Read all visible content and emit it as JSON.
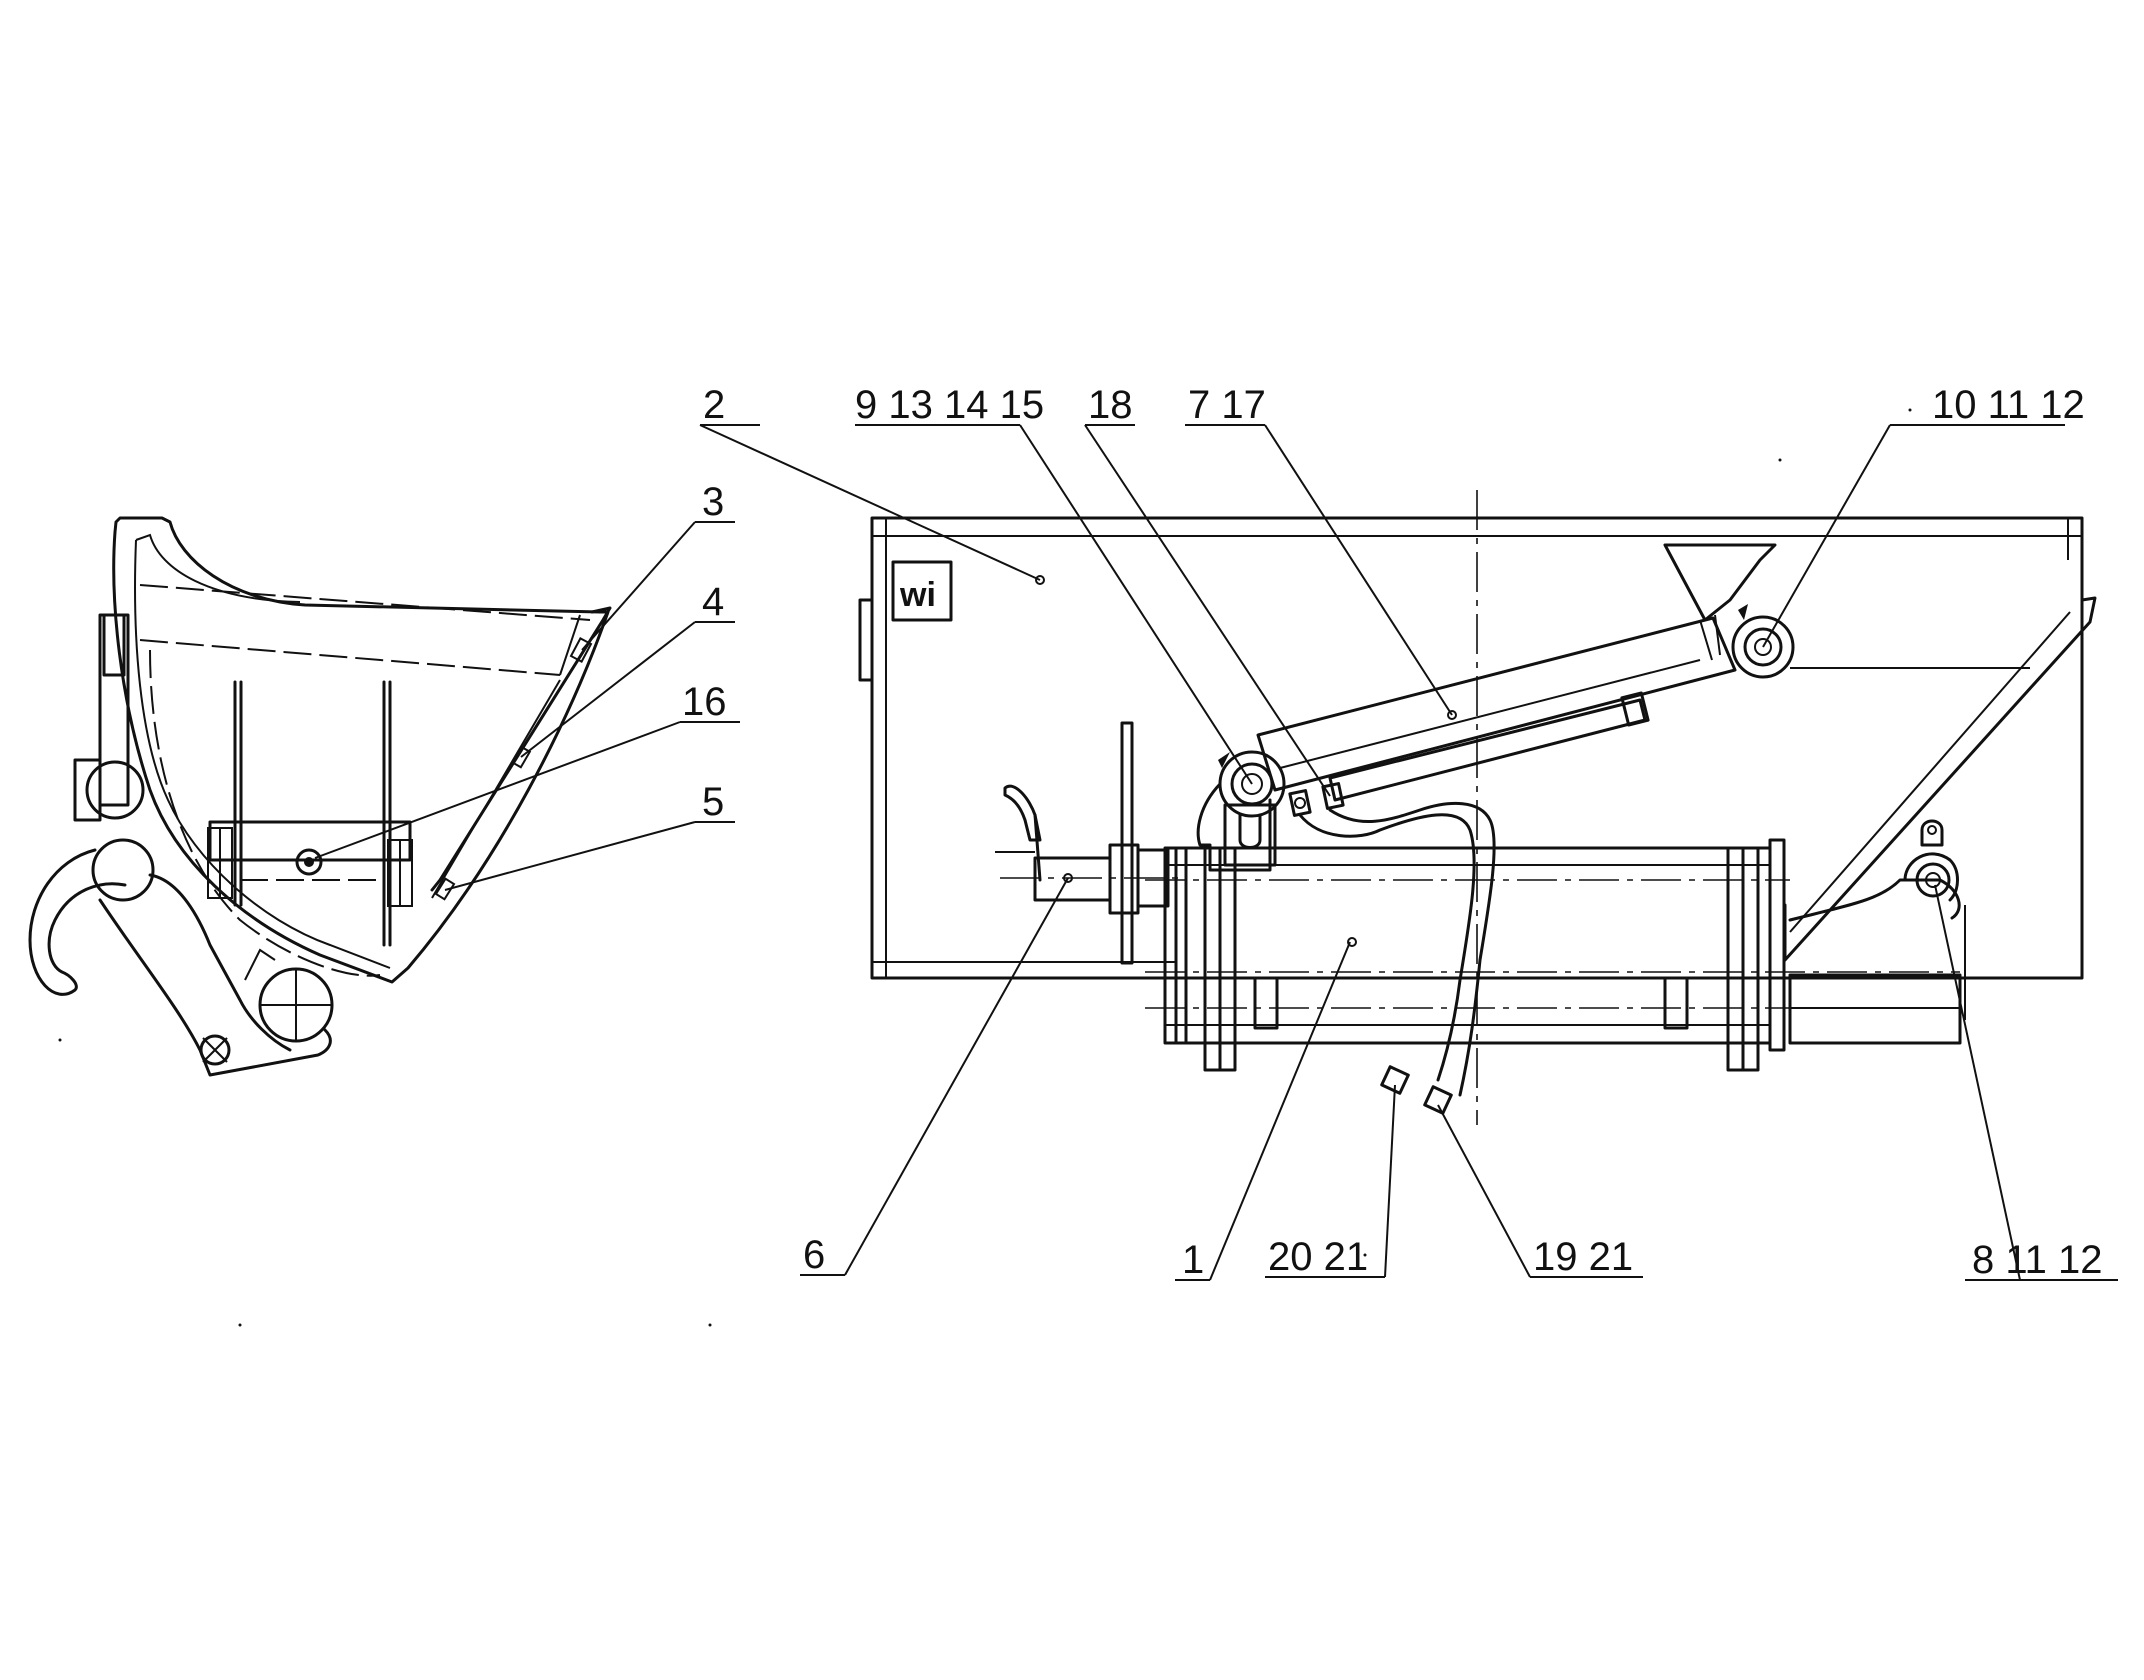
{
  "logo": {
    "mark": "wi"
  },
  "callouts": [
    {
      "id": "c2",
      "label": "2"
    },
    {
      "id": "c3",
      "label": "3"
    },
    {
      "id": "c4",
      "label": "4"
    },
    {
      "id": "c16",
      "label": "16"
    },
    {
      "id": "c5",
      "label": "5"
    },
    {
      "id": "c9",
      "label": "9 13 14 15"
    },
    {
      "id": "c18",
      "label": "18"
    },
    {
      "id": "c7",
      "label": "7 17"
    },
    {
      "id": "c10",
      "label": "10 11 12"
    },
    {
      "id": "c6",
      "label": "6"
    },
    {
      "id": "c1",
      "label": "1"
    },
    {
      "id": "c20",
      "label": "20  21"
    },
    {
      "id": "c19",
      "label": "19 21"
    },
    {
      "id": "c8",
      "label": "8  11 12"
    }
  ]
}
